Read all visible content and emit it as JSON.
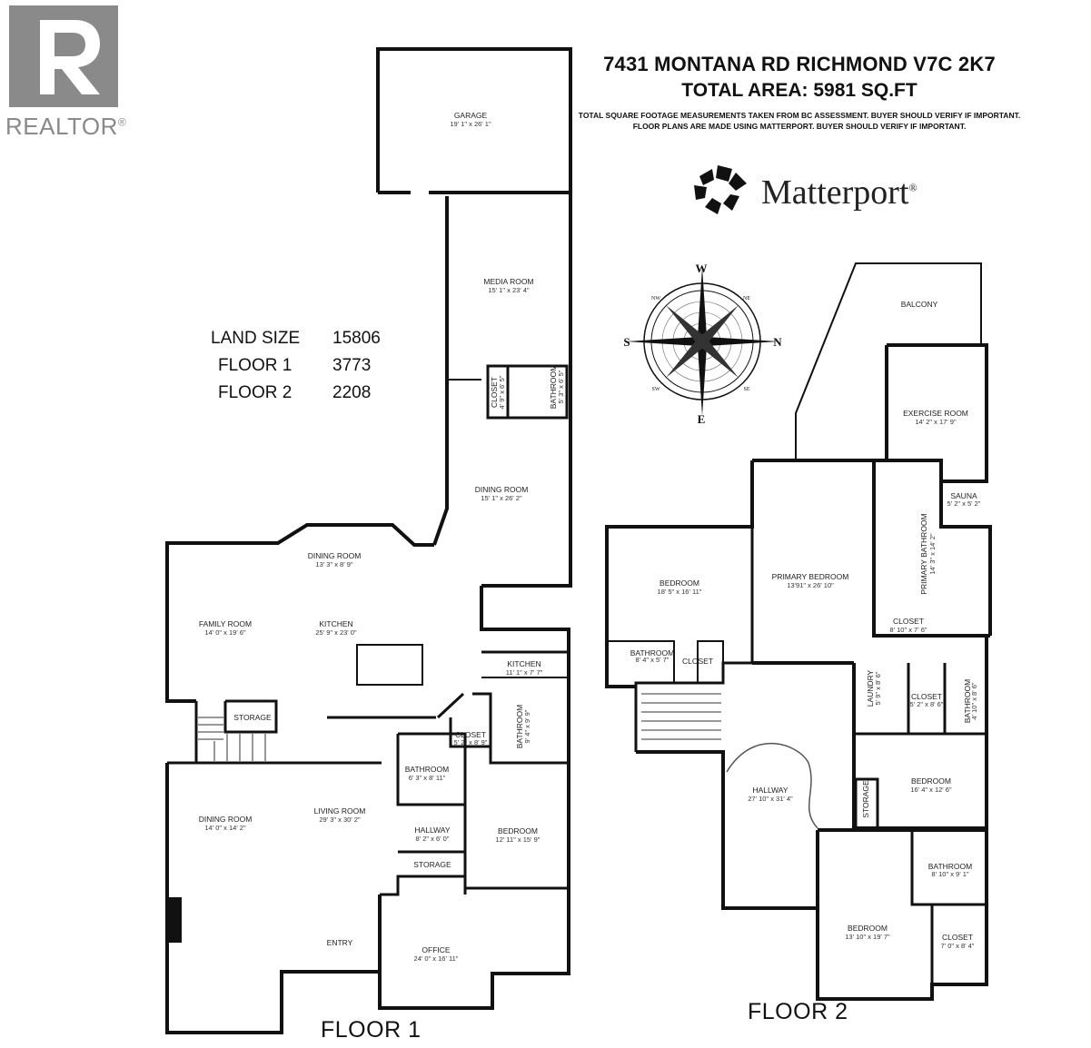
{
  "header": {
    "address": "7431 MONTANA RD RICHMOND V7C 2K7",
    "total_area": "TOTAL AREA: 5981 SQ.FT",
    "note_1": "TOTAL SQUARE FOOTAGE MEASUREMENTS TAKEN FROM BC ASSESSMENT. BUYER SHOULD VERIFY IF IMPORTANT.",
    "note_2": "FLOOR PLANS ARE MADE USING MATTERPORT. BUYER SHOULD VERIFY IF IMPORTANT."
  },
  "brand": {
    "realtor": "REALTOR",
    "realtor_mark": "®",
    "matterport": "Matterport",
    "matterport_mark": "®"
  },
  "sizes": [
    {
      "label": "LAND SIZE",
      "value": "15806"
    },
    {
      "label": "FLOOR 1",
      "value": "3773"
    },
    {
      "label": "FLOOR 2",
      "value": "2208"
    }
  ],
  "compass": {
    "n": "N",
    "s": "S",
    "e": "E",
    "w": "W",
    "nw": "NW",
    "sw": "SW",
    "ne": "NE",
    "se": "SE"
  },
  "floor1": {
    "label": "FLOOR 1",
    "rooms": [
      {
        "name": "GARAGE",
        "dims": "19' 1\" x 26' 1\""
      },
      {
        "name": "MEDIA ROOM",
        "dims": "15' 1\" x 23' 4\""
      },
      {
        "name": "CLOSET",
        "dims": "4' 9\" x 6' 5\""
      },
      {
        "name": "BATHROOM",
        "dims": "5' 3\" x 6' 5\""
      },
      {
        "name": "DINING ROOM",
        "dims": "15' 1\" x 26' 2\""
      },
      {
        "name": "DINING ROOM",
        "dims": "13' 3\" x 8' 9\""
      },
      {
        "name": "FAMILY ROOM",
        "dims": "14' 0\" x 19' 6\""
      },
      {
        "name": "KITCHEN",
        "dims": "25' 9\" x 23' 0\""
      },
      {
        "name": "KITCHEN",
        "dims": "11' 1\" x 7' 7\""
      },
      {
        "name": "STORAGE",
        "dims": ""
      },
      {
        "name": "CLOSET",
        "dims": "5' 2\" x 8' 9\""
      },
      {
        "name": "BATHROOM",
        "dims": "9' 4\" x 9' 9\""
      },
      {
        "name": "BATHROOM",
        "dims": "6' 3\" x 8' 11\""
      },
      {
        "name": "DINING ROOM",
        "dims": "14' 0\" x 14' 2\""
      },
      {
        "name": "LIVING ROOM",
        "dims": "29' 3\" x 30' 2\""
      },
      {
        "name": "HALLWAY",
        "dims": "8' 2\" x 6' 0\""
      },
      {
        "name": "BEDROOM",
        "dims": "12' 11\" x 15' 9\""
      },
      {
        "name": "STORAGE",
        "dims": ""
      },
      {
        "name": "ENTRY",
        "dims": ""
      },
      {
        "name": "OFFICE",
        "dims": "24' 0\" x 16' 11\""
      }
    ]
  },
  "floor2": {
    "label": "FLOOR 2",
    "rooms": [
      {
        "name": "BALCONY",
        "dims": ""
      },
      {
        "name": "EXERCISE ROOM",
        "dims": "14' 2\" x 17' 9\""
      },
      {
        "name": "SAUNA",
        "dims": "5' 2\" x 5' 2\""
      },
      {
        "name": "BEDROOM",
        "dims": "18' 5\" x 16' 11\""
      },
      {
        "name": "PRIMARY BEDROOM",
        "dims": "13'91\" x 26' 10\""
      },
      {
        "name": "PRIMARY BATHROOM",
        "dims": "14' 3\" x 14' 2\""
      },
      {
        "name": "CLOSET",
        "dims": "8' 10\" x 7' 6\""
      },
      {
        "name": "BATHROOM",
        "dims": "8' 4\" x 5' 7\""
      },
      {
        "name": "CLOSET",
        "dims": ""
      },
      {
        "name": "LAUNDRY",
        "dims": "5' 9\" x 8' 6\""
      },
      {
        "name": "CLOSET",
        "dims": "5' 2\" x 8' 6\""
      },
      {
        "name": "BATHROOM",
        "dims": "4' 10\" x 8' 6\""
      },
      {
        "name": "HALLWAY",
        "dims": "27' 10\" x 31' 4\""
      },
      {
        "name": "STORAGE",
        "dims": ""
      },
      {
        "name": "BEDROOM",
        "dims": "16' 4\" x 12' 6\""
      },
      {
        "name": "BATHROOM",
        "dims": "8' 10\" x 9' 1\""
      },
      {
        "name": "BEDROOM",
        "dims": "13' 10\" x 19' 7\""
      },
      {
        "name": "CLOSET",
        "dims": "7' 0\" x 8' 4\""
      }
    ]
  }
}
